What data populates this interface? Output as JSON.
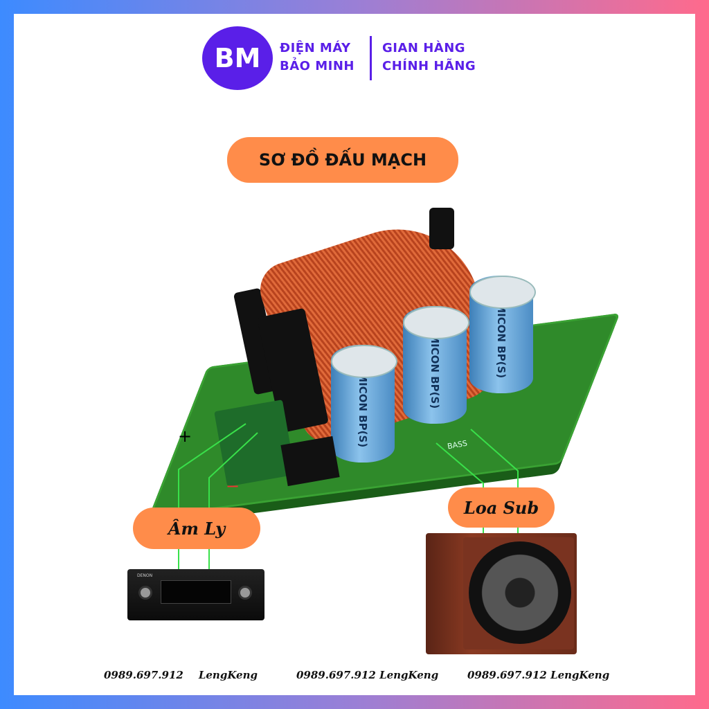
{
  "logo": {
    "initials": "BM",
    "brand_line1": "ĐIỆN MÁY",
    "brand_line2": "BẢO MINH",
    "tagline_line1": "GIAN HÀNG",
    "tagline_line2": "CHÍNH HÃNG",
    "brand_color": "#5a1fe8"
  },
  "title": "SƠ ĐỒ ĐẤU MẠCH",
  "accent_color": "#ff8c4a",
  "wire_color": "#39e04a",
  "diagram": {
    "plus": "+",
    "minus": "−",
    "amp_label": "Âm Ly",
    "sub_label": "Loa Sub",
    "board_bass": "BASS",
    "capacitor_text": "JAMICON BP(S)",
    "receiver_brand": "DENON"
  },
  "footer": [
    {
      "phone": "0989.697.912",
      "name": "LengKeng"
    },
    {
      "phone": "0989.697.912",
      "name": "LengKeng"
    },
    {
      "phone": "0989.697.912",
      "name": "LengKeng"
    }
  ]
}
